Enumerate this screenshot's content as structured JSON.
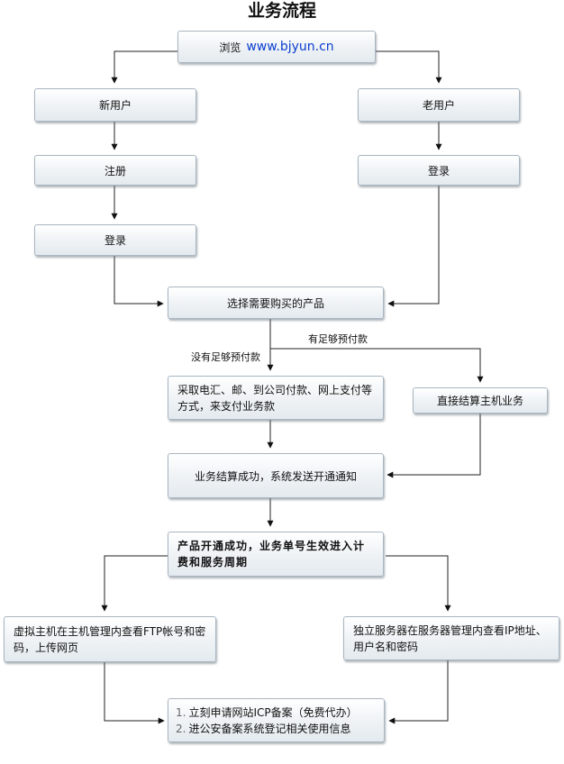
{
  "title": "业务流程",
  "nodes": {
    "browse": {
      "prefix": "浏览",
      "url": "www.bjyun.cn"
    },
    "new_user": "新用户",
    "old_user": "老用户",
    "register": "注册",
    "login_new": "登录",
    "login_old": "登录",
    "select_product": "选择需要购买的产品",
    "pay_methods": "采取电汇、邮、到公司付款、网上支付等方式，来支付业务款",
    "direct_settle": "直接结算主机业务",
    "settle_success": "业务结算成功，系统发送开通通知",
    "product_active": "产品开通成功，业务单号生效进入计费和服务周期",
    "virtual_host": "虚拟主机在主机管理内查看FTP帐号和密码，上传网页",
    "dedicated_server": "独立服务器在服务器管理内查看IP地址、用户名和密码",
    "icp_steps": [
      "立刻申请网站ICP备案（免费代办）",
      "进公安备案系统登记相关使用信息"
    ]
  },
  "edge_labels": {
    "sufficient_prepaid": "有足够预付款",
    "insufficient_prepaid": "没有足够预付款"
  }
}
